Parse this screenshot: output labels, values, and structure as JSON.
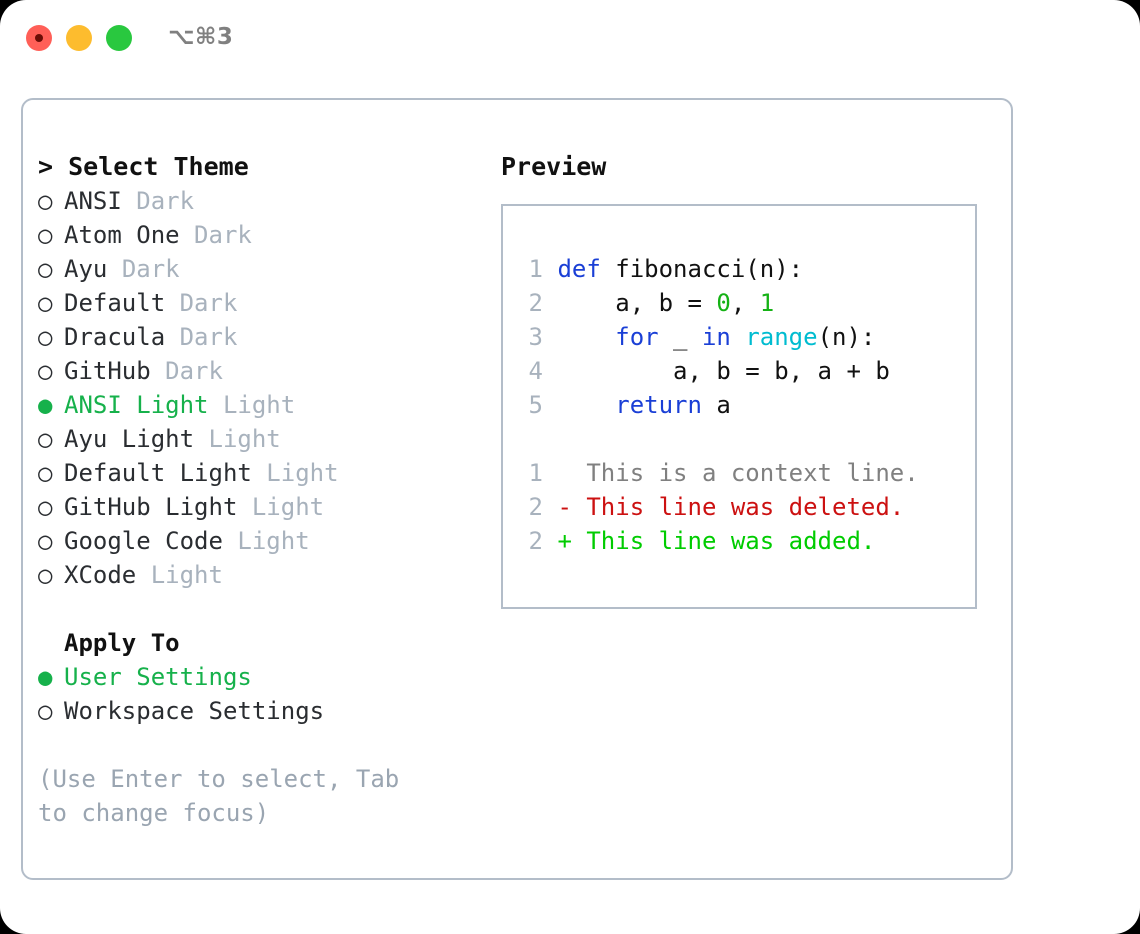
{
  "titlebar": {
    "shortcut": "⌥⌘3",
    "buttons": [
      "close",
      "minimize",
      "zoom"
    ]
  },
  "theme_section": {
    "caret": ">",
    "heading": "Select Theme",
    "bullet_unselected": "○",
    "bullet_selected": "●",
    "items": [
      {
        "name": "ANSI",
        "category": "Dark",
        "selected": false
      },
      {
        "name": "Atom One",
        "category": "Dark",
        "selected": false
      },
      {
        "name": "Ayu",
        "category": "Dark",
        "selected": false
      },
      {
        "name": "Default",
        "category": "Dark",
        "selected": false
      },
      {
        "name": "Dracula",
        "category": "Dark",
        "selected": false
      },
      {
        "name": "GitHub",
        "category": "Dark",
        "selected": false
      },
      {
        "name": "ANSI Light",
        "category": "Light",
        "selected": true
      },
      {
        "name": "Ayu Light",
        "category": "Light",
        "selected": false
      },
      {
        "name": "Default Light",
        "category": "Light",
        "selected": false
      },
      {
        "name": "GitHub Light",
        "category": "Light",
        "selected": false
      },
      {
        "name": "Google Code",
        "category": "Light",
        "selected": false
      },
      {
        "name": "XCode",
        "category": "Light",
        "selected": false
      }
    ]
  },
  "apply_section": {
    "heading": "Apply To",
    "items": [
      {
        "name": "User Settings",
        "selected": true
      },
      {
        "name": "Workspace Settings",
        "selected": false
      }
    ]
  },
  "help": {
    "text": "(Use Enter to select, Tab to change focus)"
  },
  "preview": {
    "title": "Preview",
    "code_lines": [
      {
        "no": "1",
        "tokens": [
          {
            "t": "def",
            "c": "kw"
          },
          {
            "t": " fibonacci(n):",
            "c": "pl"
          }
        ]
      },
      {
        "no": "2",
        "tokens": [
          {
            "t": "    a, b = ",
            "c": "pl"
          },
          {
            "t": "0",
            "c": "num"
          },
          {
            "t": ", ",
            "c": "pl"
          },
          {
            "t": "1",
            "c": "num"
          }
        ]
      },
      {
        "no": "3",
        "tokens": [
          {
            "t": "    ",
            "c": "pl"
          },
          {
            "t": "for",
            "c": "kw"
          },
          {
            "t": " _ ",
            "c": "pl"
          },
          {
            "t": "in",
            "c": "kw"
          },
          {
            "t": " ",
            "c": "pl"
          },
          {
            "t": "range",
            "c": "bi"
          },
          {
            "t": "(n):",
            "c": "pl"
          }
        ]
      },
      {
        "no": "4",
        "tokens": [
          {
            "t": "        a, b = b, a + b",
            "c": "pl"
          }
        ]
      },
      {
        "no": "5",
        "tokens": [
          {
            "t": "    ",
            "c": "pl"
          },
          {
            "t": "return",
            "c": "kw"
          },
          {
            "t": " a",
            "c": "pl"
          }
        ]
      }
    ],
    "diff_lines": [
      {
        "no": "1",
        "marker": " ",
        "text": " This is a context line.",
        "kind": "diff-context"
      },
      {
        "no": "2",
        "marker": "-",
        "text": " This line was deleted.",
        "kind": "diff-del"
      },
      {
        "no": "2",
        "marker": "+",
        "text": " This line was added.",
        "kind": "diff-add"
      }
    ]
  },
  "colors": {
    "accent_green": "#16b14b",
    "muted": "#a8b2bd",
    "help": "#9aa5b1",
    "border": "#b3bdc9",
    "keyword": "#1a3fd6",
    "number": "#15b215",
    "builtin": "#00bcd0",
    "diff_deleted": "#cc1111",
    "diff_added": "#00cc00",
    "diff_context": "#808080"
  }
}
